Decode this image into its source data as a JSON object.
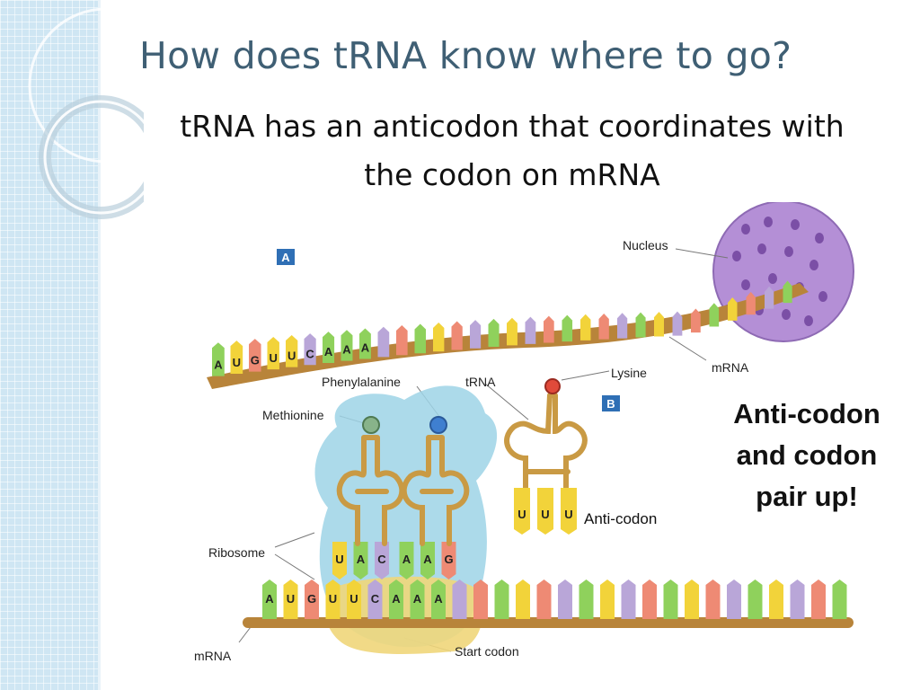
{
  "slide": {
    "title": "How does tRNA know where to go?",
    "subtitle_line1": "tRNA has an anticodon that coordinates with",
    "subtitle_line2": "the codon on mRNA",
    "callout_line1": "Anti-codon",
    "callout_line2": "and codon",
    "callout_line3": "pair up!"
  },
  "figure": {
    "panel_a": "A",
    "panel_b": "B",
    "labels": {
      "nucleus": "Nucleus",
      "mrna_top": "mRNA",
      "lysine": "Lysine",
      "trna": "tRNA",
      "phenylalanine": "Phenylalanine",
      "methionine": "Methionine",
      "ribosome": "Ribosome",
      "mrna_bottom": "mRNA",
      "start_codon": "Start codon",
      "anti_codon": "Anti-codon"
    },
    "top_strand_bases": [
      "A",
      "U",
      "G",
      "U",
      "U",
      "C",
      "A",
      "A",
      "A"
    ],
    "free_trna_anticodon": [
      "U",
      "U",
      "U"
    ],
    "ribosome_anticodons": [
      "U",
      "A",
      "C",
      "A",
      "A",
      "G"
    ],
    "bottom_strand_bases": [
      "A",
      "U",
      "G",
      "U",
      "U",
      "C",
      "A",
      "A",
      "A"
    ],
    "colors": {
      "yellow": "#f2d33a",
      "lavender": "#b9a6d8",
      "salmon": "#ee8a74",
      "green": "#8fd15c",
      "backbone": "#b8843a",
      "ribosome": "#9ed3e6",
      "nucleus": "#b48fd6",
      "trna": "#c99a44"
    }
  }
}
